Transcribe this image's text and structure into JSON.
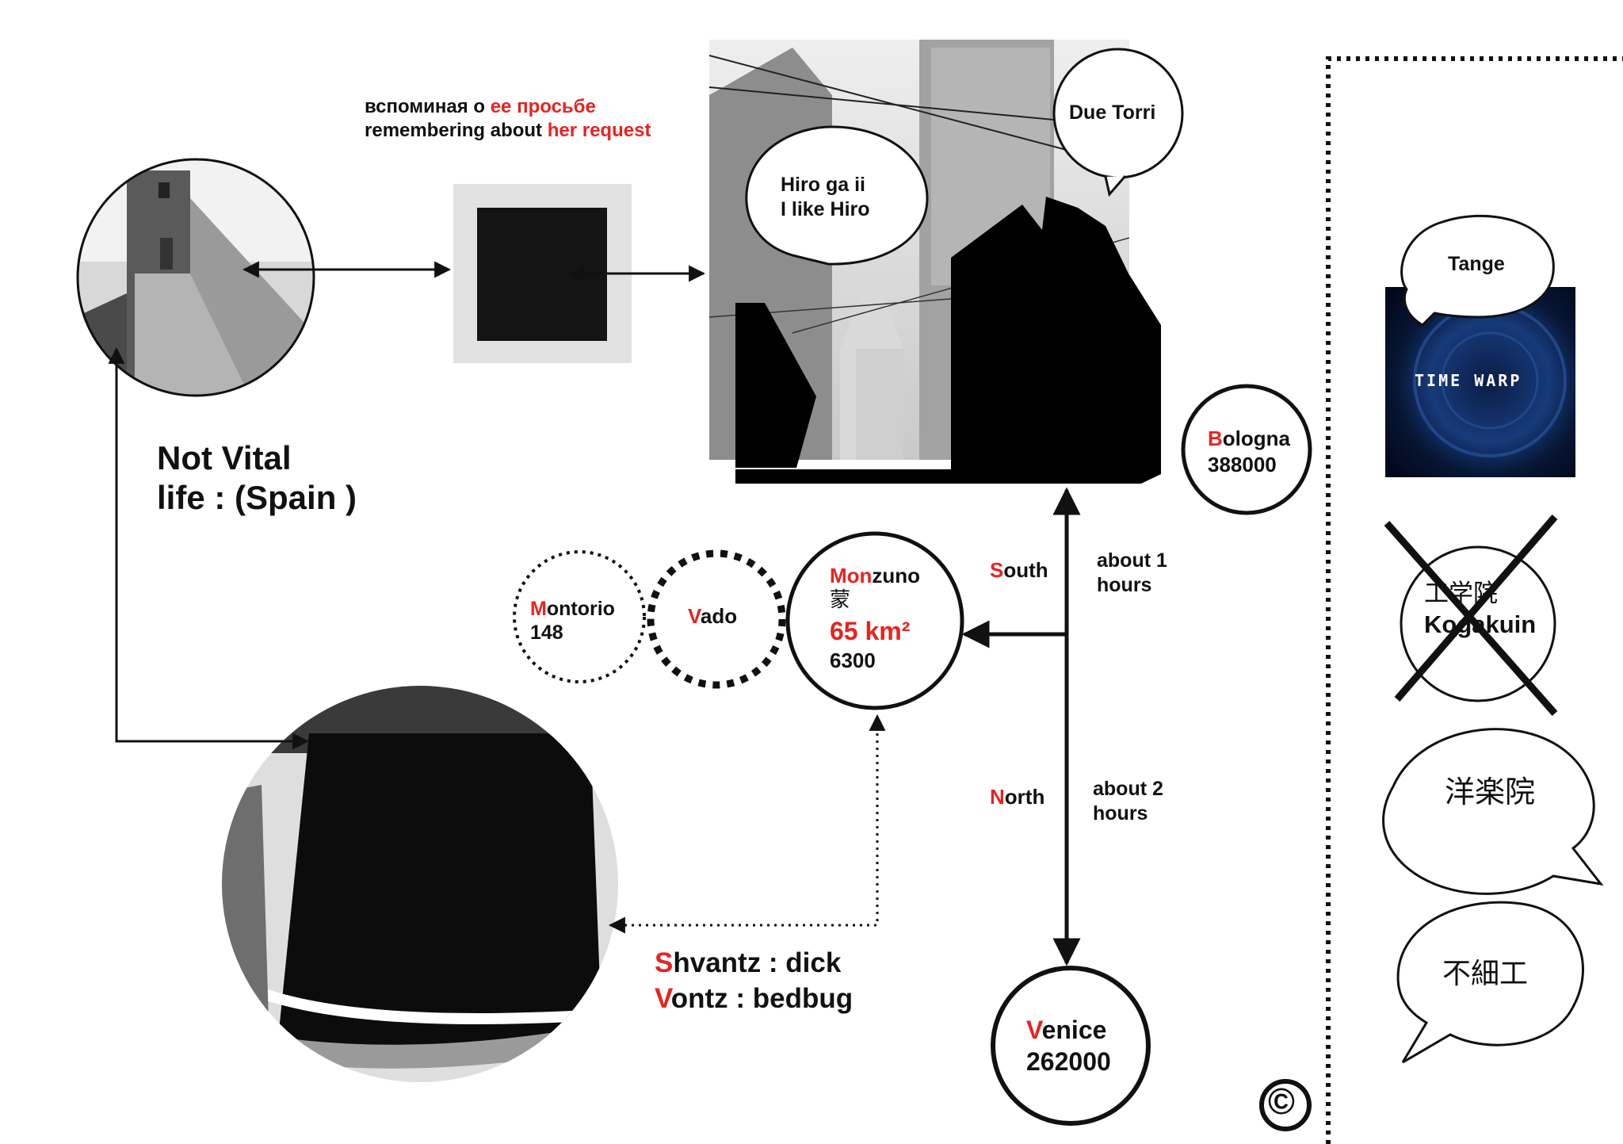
{
  "caption": {
    "ru_prefix": "вспоминая о ",
    "ru_highlight": "ее просьбе",
    "en_prefix": "remembering about ",
    "en_highlight": "her request"
  },
  "bubbles": {
    "hiro_line1": "Hiro ga ii",
    "hiro_line2": "I like Hiro",
    "due_torri": "Due Torri",
    "tange": "Tange",
    "yogakuin": "洋楽院",
    "busaiku": "不細工"
  },
  "not_vital": {
    "line1": "Not Vital",
    "line2": "life : (Spain )"
  },
  "cities": {
    "bologna": {
      "initial": "B",
      "rest": "ologna",
      "population": "388000"
    },
    "monzuno": {
      "initial": "Mon",
      "rest": "zuno",
      "kanji": "蒙",
      "area": "65 km²",
      "population": "6300"
    },
    "montorio": {
      "initial": "M",
      "rest": "ontorio",
      "population": "148"
    },
    "vado": {
      "initial": "V",
      "rest": "ado"
    },
    "venice": {
      "initial": "V",
      "rest": "enice",
      "population": "262000"
    }
  },
  "directions": {
    "south": {
      "initial": "S",
      "rest": "outh",
      "time_line1": "about 1",
      "time_line2": "hours"
    },
    "north": {
      "initial": "N",
      "rest": "orth",
      "time_line1": "about 2",
      "time_line2": "hours"
    }
  },
  "glossary": {
    "shvantz_initial": "S",
    "shvantz_rest": "hvantz : dick",
    "vontz_initial": "V",
    "vontz_rest": "ontz : bedbug"
  },
  "kogakuin": {
    "kanji": "工学院",
    "roman": "Kogakuin"
  },
  "timewarp_logo": "TIME WARP",
  "copyright_symbol": "©",
  "colors": {
    "accent": "#e8231f",
    "ink": "#111111",
    "timewarp_bg": "#0a1a3a"
  }
}
